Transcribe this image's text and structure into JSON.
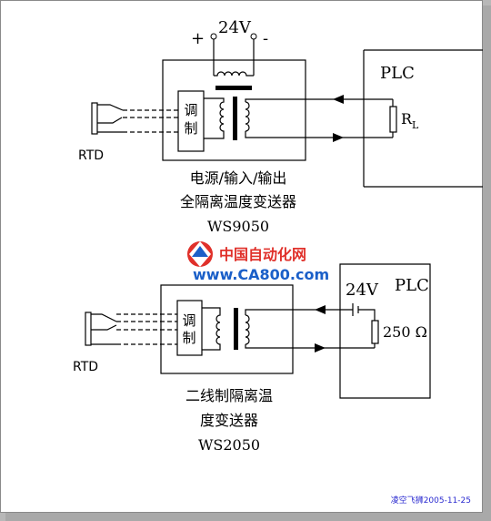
{
  "top": {
    "supply_plus": "+",
    "supply_voltage": "24V",
    "supply_minus": "-",
    "module_label_1": "调",
    "module_label_2": "制",
    "plc_label": "PLC",
    "load_label": "R",
    "load_subscript": "L",
    "sensor_label": "RTD",
    "caption_line1": "电源/输入/输出",
    "caption_line2": "全隔离温度变送器",
    "model": "WS9050"
  },
  "watermark": {
    "cn": "中国自动化网",
    "url": "www.CA800.com"
  },
  "bottom": {
    "supply_voltage": "24V",
    "plc_label": "PLC",
    "resistor_label": "250 Ω",
    "module_label_1": "调",
    "module_label_2": "制",
    "sensor_label": "RTD",
    "caption_line1": "二线制隔离温",
    "caption_line2": "度变送器",
    "model": "WS2050"
  },
  "footer": {
    "credit": "凌空飞狮2005-11-25"
  },
  "colors": {
    "watermark_red": "#e0302a",
    "watermark_blue": "#1a5fc8",
    "credit_blue": "#2a2ad0"
  }
}
